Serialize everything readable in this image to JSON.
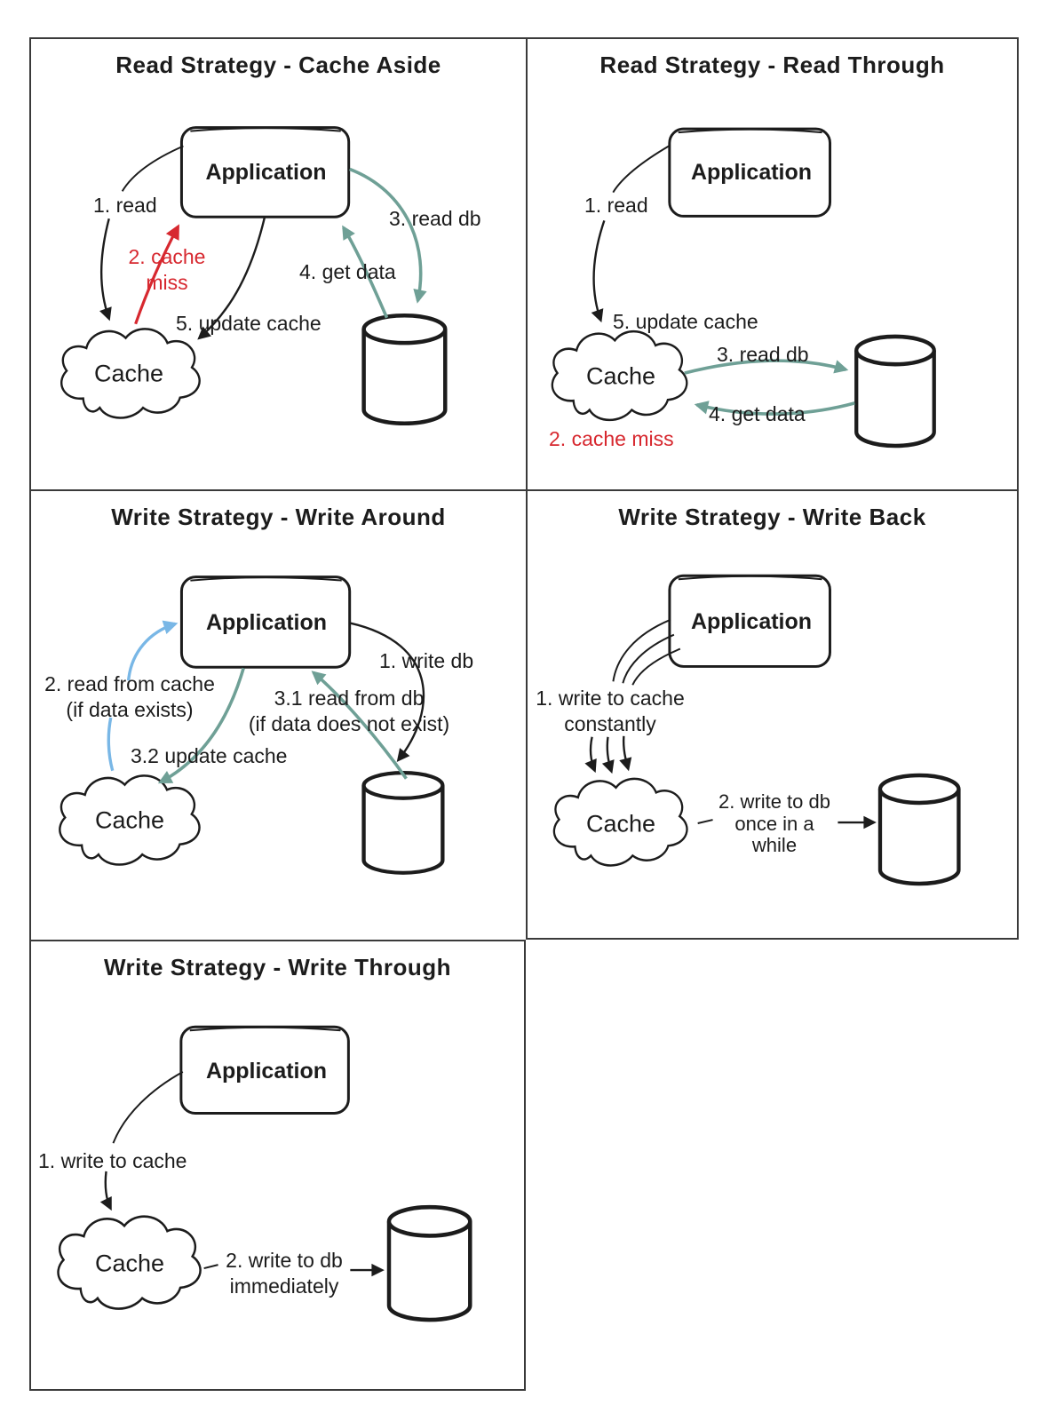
{
  "document": {
    "background": "#ffffff"
  },
  "colors": {
    "ink": "#1c1c1c",
    "red": "#d7282f",
    "teal": "#6fa096",
    "blue": "#79b7e6",
    "grid": "#3a3a3a"
  },
  "icons": {
    "cache": "cloud-shape",
    "database": "db-cylinder-icon"
  },
  "panels": [
    {
      "title": "Read Strategy - Cache Aside",
      "nodes": {
        "application": "Application",
        "cache": "Cache"
      },
      "labels": {
        "read": "1. read",
        "cache_miss": "2. cache\nmiss",
        "read_db": "3. read db",
        "get_data": "4. get data",
        "update_cache": "5. update cache"
      }
    },
    {
      "title": "Read Strategy - Read Through",
      "nodes": {
        "application": "Application",
        "cache": "Cache"
      },
      "labels": {
        "read": "1. read",
        "cache_miss": "2. cache miss",
        "read_db": "3. read db",
        "get_data": "4. get data",
        "update_cache": "5. update cache"
      }
    },
    {
      "title": "Write Strategy - Write Around",
      "nodes": {
        "application": "Application",
        "cache": "Cache"
      },
      "labels": {
        "write_db": "1. write db",
        "read_from_cache": "2. read from cache\n(if data exists)",
        "read_from_db": "3.1 read from db\n(if data does not exist)",
        "update_cache": "3.2 update cache"
      }
    },
    {
      "title": "Write Strategy - Write Back",
      "nodes": {
        "application": "Application",
        "cache": "Cache"
      },
      "labels": {
        "write_to_cache": "1. write to cache\nconstantly",
        "write_to_db": "2. write to db\nonce in a\nwhile"
      }
    },
    {
      "title": "Write Strategy - Write Through",
      "nodes": {
        "application": "Application",
        "cache": "Cache"
      },
      "labels": {
        "write_to_cache": "1. write to cache",
        "write_to_db": "2. write to db\nimmediately"
      }
    }
  ]
}
